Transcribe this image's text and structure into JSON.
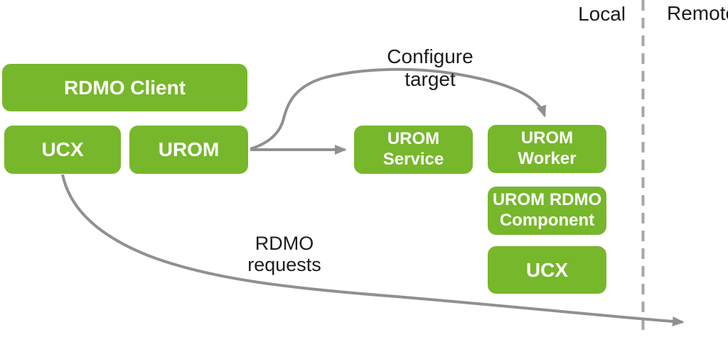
{
  "regions": {
    "local": "Local",
    "remote": "Remote"
  },
  "boxes": {
    "rdmo_client": {
      "label": "RDMO Client"
    },
    "ucx_client": {
      "label": "UCX"
    },
    "urom": {
      "label": "UROM"
    },
    "urom_service": {
      "label": "UROM\nService"
    },
    "urom_worker": {
      "label": "UROM\nWorker"
    },
    "urom_rdmo_component": {
      "label": "UROM RDMO\nComponent"
    },
    "ucx_service": {
      "label": "UCX"
    }
  },
  "annotations": {
    "configure_target": "Configure target",
    "rdmo_requests": "RDMO\nrequests"
  },
  "colors": {
    "box_fill": "#77b72b",
    "box_text": "#ffffff",
    "annotation_text": "#1c1c1c",
    "arrow": "#909090",
    "divider": "#a6a6a6"
  }
}
